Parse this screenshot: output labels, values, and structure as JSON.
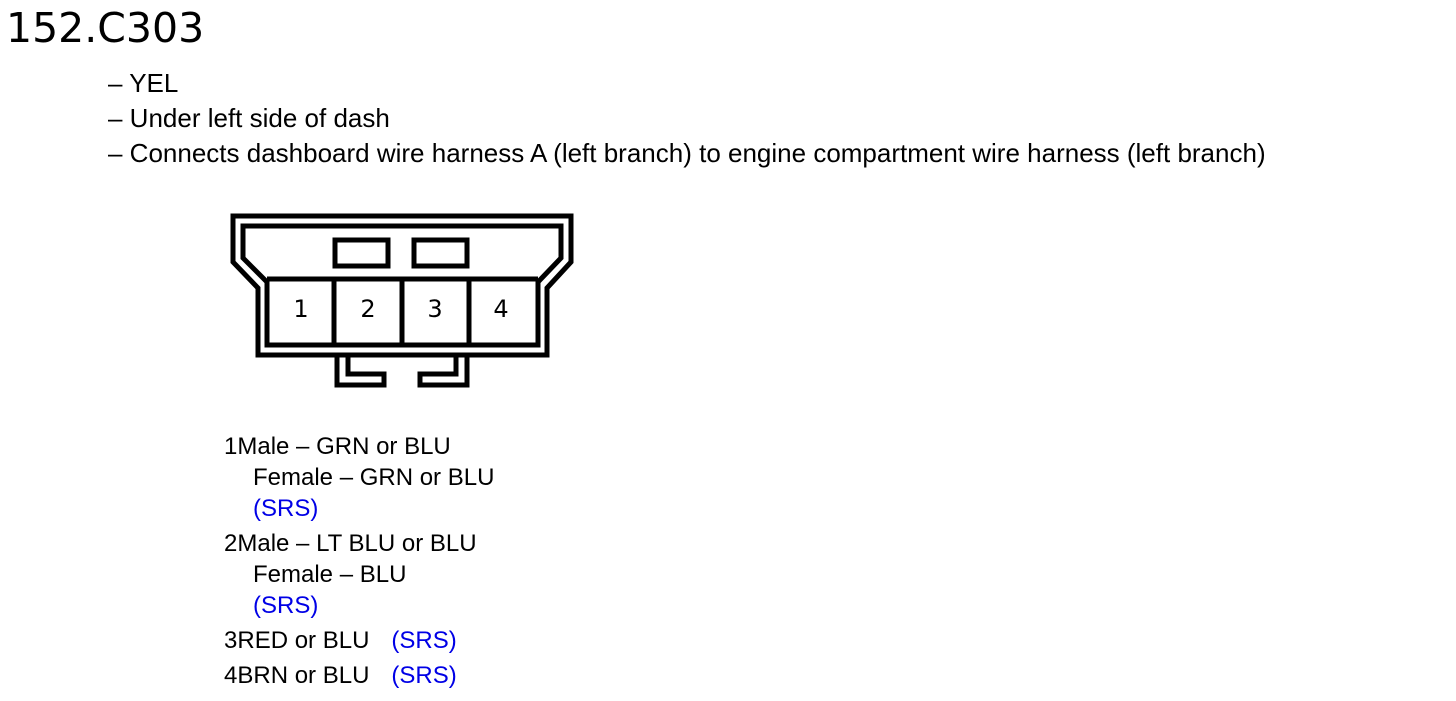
{
  "title": "152.C303",
  "notes": [
    "– YEL",
    "– Under left side of dash",
    "– Connects dashboard wire harness A (left branch) to engine compartment wire harness (left branch)"
  ],
  "connector": {
    "pin_labels": [
      "1",
      "2",
      "3",
      "4"
    ]
  },
  "pins": {
    "p1": {
      "number": "1",
      "male": "Male – GRN or BLU",
      "female": "Female – GRN or BLU",
      "srs": "(SRS)"
    },
    "p2": {
      "number": "2",
      "male": "Male – LT BLU or BLU",
      "female": "Female – BLU",
      "srs": "(SRS)"
    },
    "p3": {
      "number": "3",
      "wire": "RED or BLU",
      "srs": "(SRS)"
    },
    "p4": {
      "number": "4",
      "wire": "BRN or BLU",
      "srs": "(SRS)"
    }
  }
}
